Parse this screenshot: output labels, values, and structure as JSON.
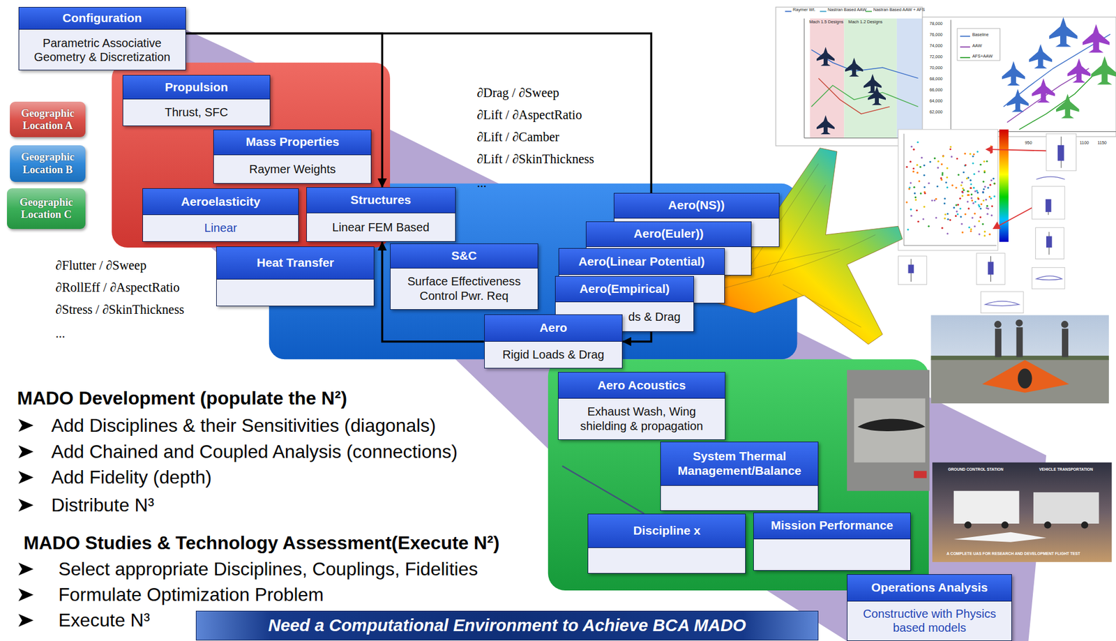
{
  "diagram": {
    "nodes": [
      {
        "text": [
          "Configuration",
          "Parametric Associative Geometry & Discretization"
        ]
      },
      {
        "text": [
          "Propulsion",
          "Thrust, SFC"
        ]
      },
      {
        "text": [
          "Mass Properties",
          "Raymer Weights"
        ]
      },
      {
        "text": [
          "Aeroelasticity",
          "Linear"
        ]
      },
      {
        "text": [
          "Structures",
          "Linear FEM Based"
        ]
      },
      {
        "text": [
          "Heat Transfer"
        ]
      },
      {
        "text": [
          "S&C",
          "Surface Effectiveness Control Pwr. Req"
        ]
      },
      {
        "text": [
          "Aero(NS))"
        ]
      },
      {
        "text": [
          "Aero(Euler))"
        ]
      },
      {
        "text": [
          "Aero(Linear Potential)"
        ]
      },
      {
        "text": [
          "Aero(Empirical)",
          "ds & Drag"
        ]
      },
      {
        "text": [
          "Aero",
          "Rigid Loads & Drag"
        ]
      },
      {
        "text": [
          "Aero Acoustics",
          "Exhaust Wash, Wing shielding & propagation"
        ]
      },
      {
        "text": [
          "System Thermal Management/Balance"
        ]
      },
      {
        "text": [
          "Discipline x"
        ]
      },
      {
        "text": [
          "Mission Performance"
        ]
      },
      {
        "text": [
          "Operations Analysis",
          "Constructive with Physics based models"
        ]
      },
      {
        "text": [
          "Need a Computational Environment to Achieve BCA MADO"
        ]
      }
    ],
    "edges": [
      {
        "from": 0,
        "to": 4,
        "arrow": "to"
      },
      {
        "from": 0,
        "to": 11,
        "arrow": "to"
      },
      {
        "from": 11,
        "to": 4,
        "arrow": "to"
      }
    ],
    "labels": [
      "∂Drag / ∂Sweep",
      "∂Lift / ∂AspectRatio",
      "∂Lift / ∂Camber",
      "∂Lift / ∂SkinThickness",
      "...",
      "∂Flutter / ∂Sweep",
      "∂RollEff / ∂AspectRatio",
      "∂Stress / ∂SkinThickness",
      "...",
      "MADO Development (populate the N²)",
      "Add Disciplines & their Sensitivities (diagonals)",
      "Add Chained and Coupled Analysis (connections)",
      "Add Fidelity (depth)",
      "Distribute N³",
      "MADO Studies  & Technology Assessment(Execute N²)",
      "Select appropriate Disciplines, Couplings, Fidelities",
      "Formulate Optimization Problem",
      "Execute N³",
      "Raymer Wt.",
      "Nastran Based AAW",
      "Nastran Based AAW + AFS",
      "Mach 1.5 Designs",
      "Mach 1.2 Designs",
      "Baseline",
      "AAW",
      "AFS+AAW",
      "78,000",
      "76,000",
      "74,000",
      "72,000",
      "70,000",
      "68,000",
      "66,000",
      "64,000",
      "62,000",
      "1100",
      "1150",
      "950",
      "GROUND CONTROL STATION",
      "VEHICLE TRANSPORTATION",
      "A COMPLETE UAS FOR RESEARCH AND DEVELOPMENT FLIGHT TEST"
    ],
    "legend": [
      {
        "text": "Geographic Location A",
        "color": "#d9443c"
      },
      {
        "text": "Geographic Location B",
        "color": "#1f7fd6"
      },
      {
        "text": "Geographic Location C",
        "color": "#2aa84a"
      }
    ]
  }
}
